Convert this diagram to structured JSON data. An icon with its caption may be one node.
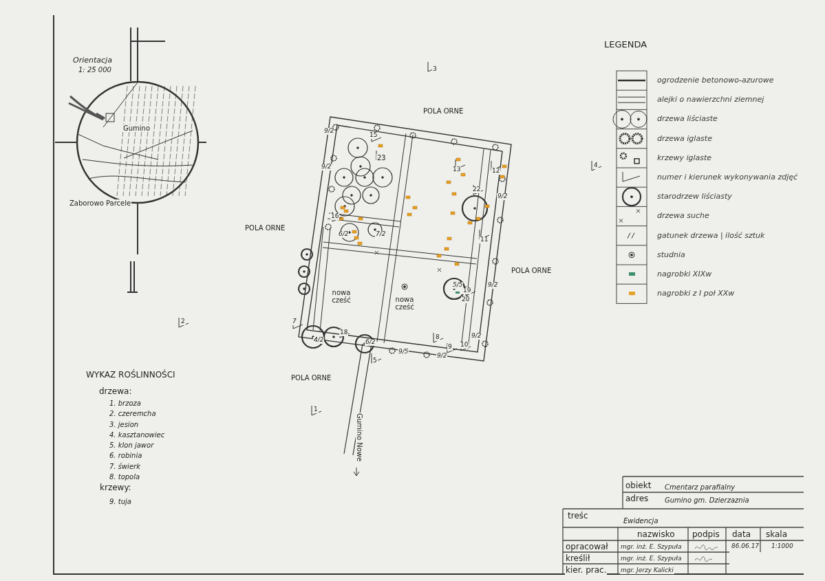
{
  "diagram": {
    "labels": [
      "Orientacja",
      "1: 25 000",
      "Gumino",
      "Zaborowo Parcele",
      "LEGENDA",
      "3",
      "POLA ORNE",
      "15",
      "23",
      "13",
      "12",
      "4",
      "POLA ORNE",
      "22",
      "16",
      "6/2",
      "7/2",
      "11",
      "POLA ORNE",
      "nowa cześć",
      "nowa cześć",
      "5/5",
      "19",
      "20",
      "2",
      "7",
      "4/2",
      "18",
      "6/2",
      "8",
      "9",
      "10",
      "9/5",
      "9/2",
      "5",
      "POLA ORNE",
      "1",
      "Gumino Nowe",
      "WYKAZ ROŚLINNOŚCI",
      "drzewa:",
      "1. brzoza",
      "2. czeremcha",
      "3. jesion",
      "4. kasztanowiec",
      "5. klon jawor",
      "6. robinia",
      "7. świerk",
      "8. topola",
      "krzewy:",
      "9. tuja",
      "9/2",
      "9/2",
      "9/2",
      "9/2",
      "9/2",
      "obiekt",
      "Cmentarz parafialny",
      "adres",
      "Gumino gm. Dzierzaznia",
      "treśc",
      "Ewidencja",
      "nazwisko",
      "podpis",
      "data",
      "skala",
      "opracował",
      "mgr. inż. E. Szypuła",
      "86.06.17",
      "1:1000",
      "kreślił",
      "mgr. inż. E. Szypuła",
      "kier. prac.",
      "mgr. Jerzy Kalicki"
    ],
    "legend": [
      {
        "text": "ogrodzenie betonowo-azurowe"
      },
      {
        "text": "alejki o nawierzchni ziemnej"
      },
      {
        "text": "drzewa liściaste"
      },
      {
        "text": "drzewa iglaste"
      },
      {
        "text": "krzewy iglaste"
      },
      {
        "text": "numer i kierunek wykonywania zdjęć"
      },
      {
        "text": "starodrzew liściasty"
      },
      {
        "text": "drzewa suche"
      },
      {
        "text": "gatunek drzewa | ilość sztuk"
      },
      {
        "text": "studnia"
      },
      {
        "text": "nagrobki XIXw",
        "color": "#3f8f6a"
      },
      {
        "text": "nagrobki z I poł XXw",
        "color": "#e8a020"
      }
    ]
  }
}
